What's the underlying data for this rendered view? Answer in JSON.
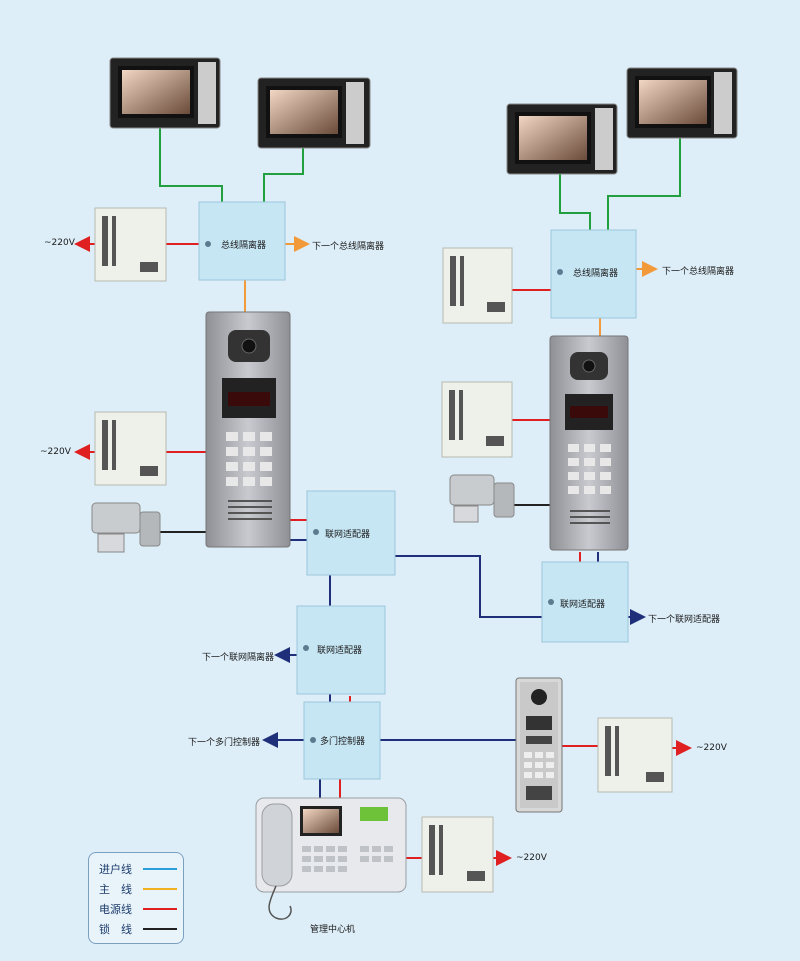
{
  "labels": {
    "bus_isolator": "总线隔离器",
    "network_adapter": "联网适配器",
    "multi_door_controller": "多门控制器",
    "next_bus_isolator": "下一个总线隔离器",
    "next_network_adapter": "下一个联网适配器",
    "next_network_isolator": "下一个联网隔离器",
    "next_multi_door_controller": "下一个多门控制器",
    "ac_220v": "~220V",
    "management_center": "管理中心机"
  },
  "legend": {
    "items": [
      {
        "label": "进户线",
        "color": "#2b9fd9"
      },
      {
        "label": "主　线",
        "color": "#f0b020"
      },
      {
        "label": "电源线",
        "color": "#e02020"
      },
      {
        "label": "锁　线",
        "color": "#222222"
      }
    ]
  },
  "colors": {
    "box": "#c6e6f4",
    "green_wire": "#22a040",
    "orange_wire": "#f29a3a",
    "red_wire": "#e02020",
    "navy_wire": "#1f2f7a",
    "black_wire": "#222222",
    "panel": "#a9abb0"
  }
}
